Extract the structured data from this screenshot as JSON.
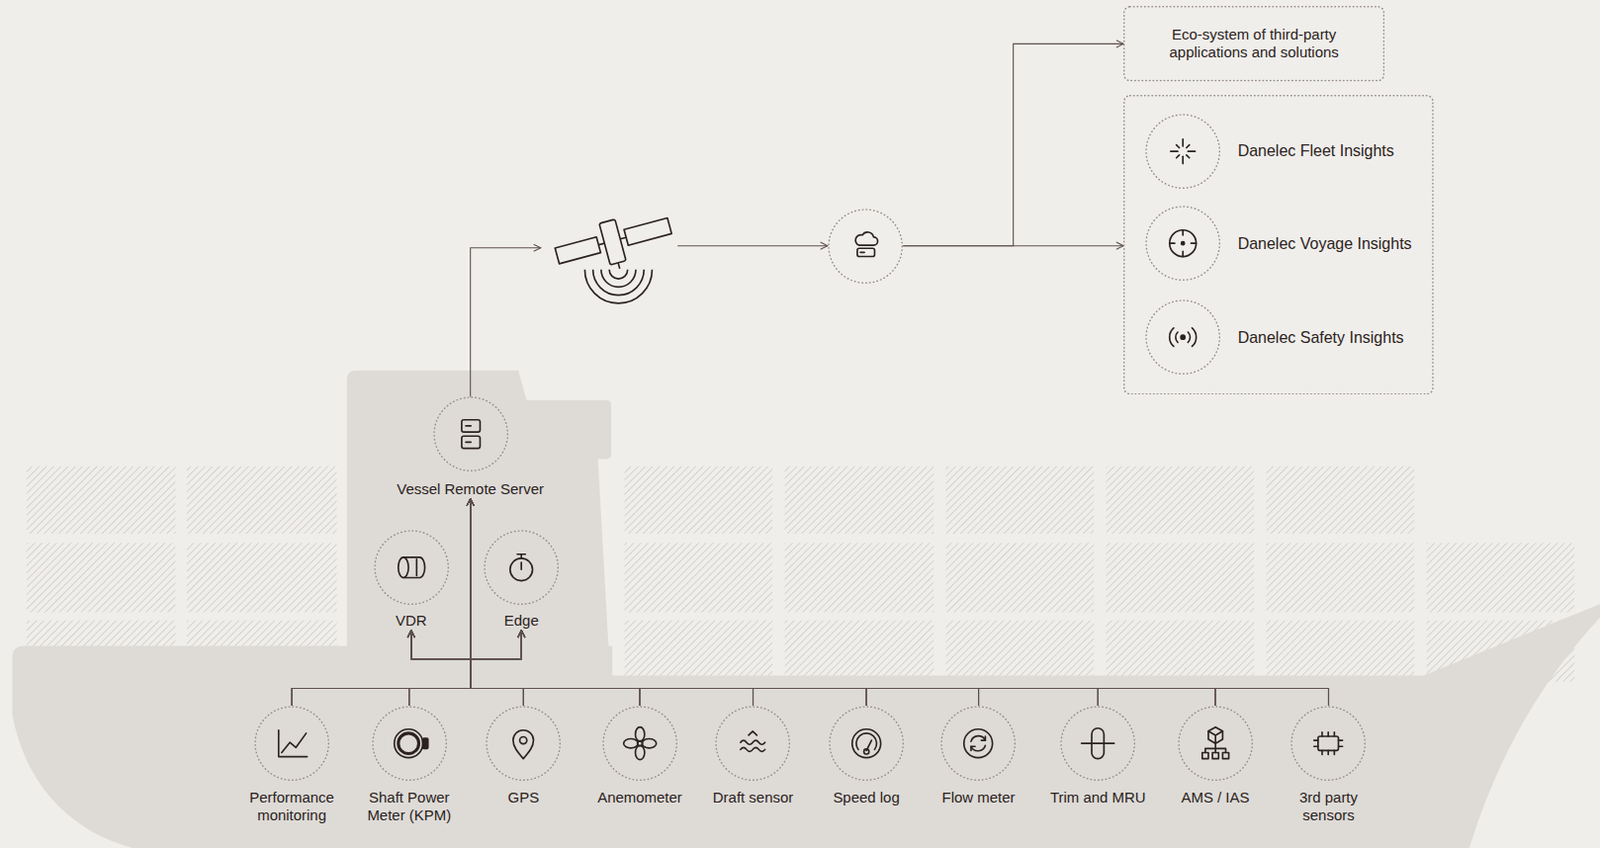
{
  "diagram": {
    "nodes": [
      {
        "text": [
          "Eco-system of third-party applications and solutions"
        ]
      },
      {
        "text": []
      },
      {
        "text": [
          "Danelec Fleet Insights"
        ],
        "in": 1
      },
      {
        "text": [
          "Danelec Voyage Insights"
        ],
        "in": 1
      },
      {
        "text": [
          "Danelec Safety Insights"
        ],
        "in": 1
      },
      {
        "text": []
      },
      {
        "text": []
      },
      {
        "text": [
          "Vessel Remote Server"
        ]
      },
      {
        "text": [
          "VDR"
        ]
      },
      {
        "text": [
          "Edge"
        ]
      },
      {
        "text": [
          "Performance monitoring"
        ]
      },
      {
        "text": [
          "Shaft Power Meter (KPM)"
        ]
      },
      {
        "text": [
          "GPS"
        ]
      },
      {
        "text": [
          "Anemometer"
        ]
      },
      {
        "text": [
          "Draft sensor"
        ]
      },
      {
        "text": [
          "Speed log"
        ]
      },
      {
        "text": [
          "Flow meter"
        ]
      },
      {
        "text": [
          "Trim and MRU"
        ]
      },
      {
        "text": [
          "AMS / IAS"
        ]
      },
      {
        "text": [
          "3rd party sensors"
        ]
      }
    ],
    "edges": [
      {
        "from": 7,
        "to": 5,
        "arrow": "to"
      },
      {
        "from": 5,
        "to": 6,
        "arrow": "to"
      },
      {
        "from": 6,
        "to": 0,
        "arrow": "to"
      },
      {
        "from": 6,
        "to": 1,
        "arrow": "to"
      },
      {
        "from": 10,
        "to": 7,
        "arrow": "to"
      },
      {
        "from": 10,
        "to": 8,
        "arrow": "to"
      },
      {
        "from": 10,
        "to": 9,
        "arrow": "to"
      },
      {
        "from": 11,
        "to": 7,
        "arrow": "to"
      },
      {
        "from": 11,
        "to": 8,
        "arrow": "to"
      },
      {
        "from": 11,
        "to": 9,
        "arrow": "to"
      },
      {
        "from": 12,
        "to": 7,
        "arrow": "to"
      },
      {
        "from": 12,
        "to": 8,
        "arrow": "to"
      },
      {
        "from": 12,
        "to": 9,
        "arrow": "to"
      },
      {
        "from": 13,
        "to": 7,
        "arrow": "to"
      },
      {
        "from": 13,
        "to": 8,
        "arrow": "to"
      },
      {
        "from": 13,
        "to": 9,
        "arrow": "to"
      },
      {
        "from": 14,
        "to": 7,
        "arrow": "to"
      },
      {
        "from": 14,
        "to": 8,
        "arrow": "to"
      },
      {
        "from": 14,
        "to": 9,
        "arrow": "to"
      },
      {
        "from": 15,
        "to": 7,
        "arrow": "to"
      },
      {
        "from": 15,
        "to": 8,
        "arrow": "to"
      },
      {
        "from": 15,
        "to": 9,
        "arrow": "to"
      },
      {
        "from": 16,
        "to": 7,
        "arrow": "to"
      },
      {
        "from": 16,
        "to": 8,
        "arrow": "to"
      },
      {
        "from": 16,
        "to": 9,
        "arrow": "to"
      },
      {
        "from": 17,
        "to": 7,
        "arrow": "to"
      },
      {
        "from": 17,
        "to": 8,
        "arrow": "to"
      },
      {
        "from": 17,
        "to": 9,
        "arrow": "to"
      },
      {
        "from": 18,
        "to": 7,
        "arrow": "to"
      },
      {
        "from": 18,
        "to": 8,
        "arrow": "to"
      },
      {
        "from": 18,
        "to": 9,
        "arrow": "to"
      },
      {
        "from": 19,
        "to": 7,
        "arrow": "to"
      },
      {
        "from": 19,
        "to": 8,
        "arrow": "to"
      },
      {
        "from": 19,
        "to": 9,
        "arrow": "to"
      }
    ]
  }
}
